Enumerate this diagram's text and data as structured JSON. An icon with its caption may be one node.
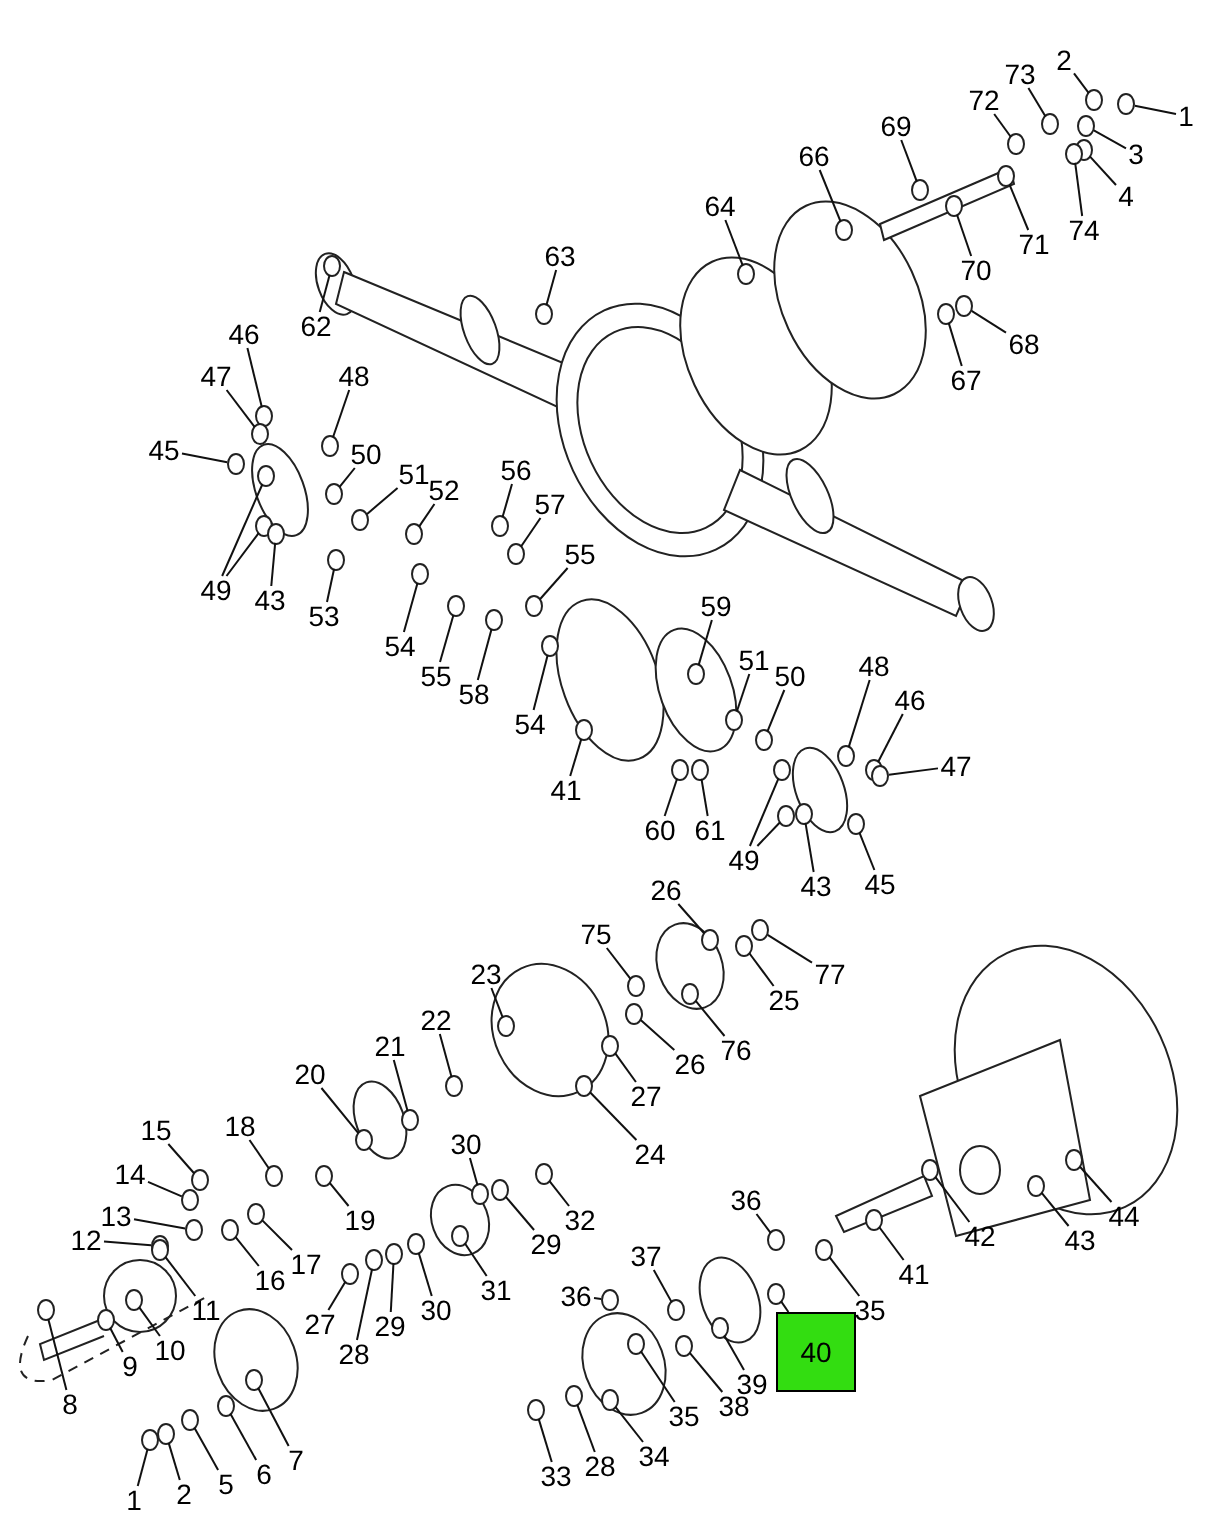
{
  "diagram": {
    "nodes": [
      {
        "text": [
          "2"
        ]
      },
      {
        "text": [
          "73"
        ]
      },
      {
        "text": [
          "72"
        ]
      },
      {
        "text": [
          "1"
        ]
      },
      {
        "text": [
          "69"
        ]
      },
      {
        "text": [
          "3"
        ]
      },
      {
        "text": [
          "66"
        ]
      },
      {
        "text": [
          "4"
        ]
      },
      {
        "text": [
          "64"
        ]
      },
      {
        "text": [
          "74"
        ]
      },
      {
        "text": [
          "71"
        ]
      },
      {
        "text": [
          "63"
        ]
      },
      {
        "text": [
          "70"
        ]
      },
      {
        "text": [
          "62"
        ]
      },
      {
        "text": [
          "46"
        ]
      },
      {
        "text": [
          "68"
        ]
      },
      {
        "text": [
          "47"
        ]
      },
      {
        "text": [
          "48"
        ]
      },
      {
        "text": [
          "67"
        ]
      },
      {
        "text": [
          "45"
        ]
      },
      {
        "text": [
          "50"
        ]
      },
      {
        "text": [
          "56"
        ]
      },
      {
        "text": [
          "51"
        ]
      },
      {
        "text": [
          "52"
        ]
      },
      {
        "text": [
          "57"
        ]
      },
      {
        "text": [
          "55"
        ]
      },
      {
        "text": [
          "49"
        ]
      },
      {
        "text": [
          "43"
        ]
      },
      {
        "text": [
          "59"
        ]
      },
      {
        "text": [
          "53"
        ]
      },
      {
        "text": [
          "54"
        ]
      },
      {
        "text": [
          "51"
        ]
      },
      {
        "text": [
          "48"
        ]
      },
      {
        "text": [
          "50"
        ]
      },
      {
        "text": [
          "55"
        ]
      },
      {
        "text": [
          "58"
        ]
      },
      {
        "text": [
          "46"
        ]
      },
      {
        "text": [
          "54"
        ]
      },
      {
        "text": [
          "47"
        ]
      },
      {
        "text": [
          "41"
        ]
      },
      {
        "text": [
          "60"
        ]
      },
      {
        "text": [
          "61"
        ]
      },
      {
        "text": [
          "49"
        ]
      },
      {
        "text": [
          "43"
        ]
      },
      {
        "text": [
          "45"
        ]
      },
      {
        "text": [
          "26"
        ]
      },
      {
        "text": [
          "75"
        ]
      },
      {
        "text": [
          "23"
        ]
      },
      {
        "text": [
          "77"
        ]
      },
      {
        "text": [
          "25"
        ]
      },
      {
        "text": [
          "22"
        ]
      },
      {
        "text": [
          "21"
        ]
      },
      {
        "text": [
          "76"
        ]
      },
      {
        "text": [
          "26"
        ]
      },
      {
        "text": [
          "20"
        ]
      },
      {
        "text": [
          "27"
        ]
      },
      {
        "text": [
          "18"
        ]
      },
      {
        "text": [
          "15"
        ]
      },
      {
        "text": [
          "30"
        ]
      },
      {
        "text": [
          "24"
        ]
      },
      {
        "text": [
          "14"
        ]
      },
      {
        "text": [
          "36"
        ]
      },
      {
        "text": [
          "13"
        ]
      },
      {
        "text": [
          "44"
        ]
      },
      {
        "text": [
          "19"
        ]
      },
      {
        "text": [
          "32"
        ]
      },
      {
        "text": [
          "42"
        ]
      },
      {
        "text": [
          "43"
        ]
      },
      {
        "text": [
          "12"
        ]
      },
      {
        "text": [
          "29"
        ]
      },
      {
        "text": [
          "37"
        ]
      },
      {
        "text": [
          "17"
        ]
      },
      {
        "text": [
          "41"
        ]
      },
      {
        "text": [
          "16"
        ]
      },
      {
        "text": [
          "31"
        ]
      },
      {
        "text": [
          "36"
        ]
      },
      {
        "text": [
          "11"
        ]
      },
      {
        "text": [
          "30"
        ]
      },
      {
        "text": [
          "35"
        ]
      },
      {
        "text": [
          "27"
        ]
      },
      {
        "text": [
          "29"
        ]
      },
      {
        "text": [
          "10"
        ]
      },
      {
        "text": [
          "28"
        ]
      },
      {
        "text": [
          "40"
        ]
      },
      {
        "text": [
          "9"
        ]
      },
      {
        "text": [
          "39"
        ]
      },
      {
        "text": [
          "38"
        ]
      },
      {
        "text": [
          "35"
        ]
      },
      {
        "text": [
          "8"
        ]
      },
      {
        "text": [
          "7"
        ]
      },
      {
        "text": [
          "34"
        ]
      },
      {
        "text": [
          "28"
        ]
      },
      {
        "text": [
          "6"
        ]
      },
      {
        "text": [
          "33"
        ]
      },
      {
        "text": [
          "5"
        ]
      },
      {
        "text": [
          "2"
        ]
      },
      {
        "text": [
          "1"
        ]
      },
      {
        "text": [],
        "shape": "circle"
      },
      {
        "text": [],
        "shape": "circle"
      },
      {
        "text": [],
        "shape": "circle"
      },
      {
        "text": [],
        "shape": "circle"
      },
      {
        "text": [],
        "shape": "circle"
      },
      {
        "text": [],
        "shape": "circle"
      },
      {
        "text": [],
        "shape": "circle"
      },
      {
        "text": [],
        "shape": "circle"
      },
      {
        "text": [],
        "shape": "circle"
      },
      {
        "text": [],
        "shape": "circle"
      },
      {
        "text": [],
        "shape": "circle"
      },
      {
        "text": [],
        "shape": "circle"
      },
      {
        "text": [],
        "shape": "circle"
      },
      {
        "text": [],
        "shape": "circle"
      },
      {
        "text": [],
        "shape": "circle"
      },
      {
        "text": [],
        "shape": "circle"
      },
      {
        "text": [],
        "shape": "circle"
      },
      {
        "text": [],
        "shape": "circle"
      },
      {
        "text": [],
        "shape": "circle"
      },
      {
        "text": [],
        "shape": "circle"
      },
      {
        "text": [],
        "shape": "circle"
      },
      {
        "text": [],
        "shape": "circle"
      },
      {
        "text": [],
        "shape": "circle"
      },
      {
        "text": [],
        "shape": "circle"
      },
      {
        "text": [],
        "shape": "circle"
      },
      {
        "text": [],
        "shape": "circle"
      },
      {
        "text": [],
        "shape": "circle"
      },
      {
        "text": [],
        "shape": "circle"
      },
      {
        "text": [],
        "shape": "circle"
      },
      {
        "text": [],
        "shape": "circle"
      },
      {
        "text": [],
        "shape": "circle"
      },
      {
        "text": [],
        "shape": "circle"
      },
      {
        "text": [],
        "shape": "circle"
      },
      {
        "text": [],
        "shape": "circle"
      },
      {
        "text": [],
        "shape": "circle"
      },
      {
        "text": [],
        "shape": "circle"
      },
      {
        "text": [],
        "shape": "circle"
      },
      {
        "text": [],
        "shape": "circle"
      },
      {
        "text": [],
        "shape": "circle"
      },
      {
        "text": [],
        "shape": "circle"
      },
      {
        "text": [],
        "shape": "circle"
      },
      {
        "text": [],
        "shape": "circle"
      },
      {
        "text": [],
        "shape": "circle"
      },
      {
        "text": [],
        "shape": "circle"
      },
      {
        "text": [],
        "shape": "circle"
      },
      {
        "text": [],
        "shape": "circle"
      },
      {
        "text": [],
        "shape": "circle"
      },
      {
        "text": [],
        "shape": "circle"
      },
      {
        "text": [],
        "shape": "circle"
      },
      {
        "text": [],
        "shape": "circle"
      },
      {
        "text": [],
        "shape": "circle"
      },
      {
        "text": [],
        "shape": "circle"
      },
      {
        "text": [],
        "shape": "circle"
      },
      {
        "text": [],
        "shape": "circle"
      },
      {
        "text": [],
        "shape": "circle"
      },
      {
        "text": [],
        "shape": "circle"
      },
      {
        "text": [],
        "shape": "circle"
      },
      {
        "text": [],
        "shape": "circle"
      },
      {
        "text": [],
        "shape": "circle"
      },
      {
        "text": [],
        "shape": "circle"
      },
      {
        "text": [],
        "shape": "circle"
      },
      {
        "text": [],
        "shape": "circle"
      },
      {
        "text": [],
        "shape": "circle"
      },
      {
        "text": [],
        "shape": "circle"
      },
      {
        "text": [],
        "shape": "circle"
      },
      {
        "text": [],
        "shape": "circle"
      },
      {
        "text": [],
        "shape": "circle"
      },
      {
        "text": [],
        "shape": "circle"
      },
      {
        "text": [],
        "shape": "circle"
      },
      {
        "text": [],
        "shape": "circle"
      },
      {
        "text": [],
        "shape": "circle"
      },
      {
        "text": [],
        "shape": "circle"
      },
      {
        "text": [],
        "shape": "circle"
      },
      {
        "text": [],
        "shape": "circle"
      },
      {
        "text": [],
        "shape": "circle"
      },
      {
        "text": [],
        "shape": "circle"
      },
      {
        "text": [],
        "shape": "circle"
      },
      {
        "text": [],
        "shape": "circle"
      },
      {
        "text": [],
        "shape": "circle"
      },
      {
        "text": [],
        "shape": "circle"
      },
      {
        "text": [],
        "shape": "circle"
      },
      {
        "text": [],
        "shape": "circle"
      },
      {
        "text": [],
        "shape": "circle"
      },
      {
        "text": [],
        "shape": "circle"
      },
      {
        "text": [],
        "shape": "circle"
      },
      {
        "text": [],
        "shape": "circle"
      },
      {
        "text": [],
        "shape": "circle"
      },
      {
        "text": [],
        "shape": "circle"
      },
      {
        "text": [],
        "shape": "circle"
      },
      {
        "text": [],
        "shape": "circle"
      },
      {
        "text": [],
        "shape": "circle"
      },
      {
        "text": [],
        "shape": "circle"
      },
      {
        "text": [],
        "shape": "circle"
      },
      {
        "text": [],
        "shape": "circle"
      },
      {
        "text": [],
        "shape": "circle"
      },
      {
        "text": [],
        "shape": "circle"
      },
      {
        "text": [],
        "shape": "circle"
      },
      {
        "text": [],
        "shape": "circle"
      },
      {
        "text": [],
        "shape": "circle"
      }
    ],
    "edges": [
      {
        "from": 0,
        "to": 97,
        "arrow": "none"
      },
      {
        "from": 1,
        "to": 98,
        "arrow": "none"
      },
      {
        "from": 2,
        "to": 99,
        "arrow": "none"
      },
      {
        "from": 3,
        "to": 100,
        "arrow": "none"
      },
      {
        "from": 4,
        "to": 101,
        "arrow": "none"
      },
      {
        "from": 5,
        "to": 102,
        "arrow": "none"
      },
      {
        "from": 6,
        "to": 103,
        "arrow": "none"
      },
      {
        "from": 7,
        "to": 104,
        "arrow": "none"
      },
      {
        "from": 8,
        "to": 105,
        "arrow": "none"
      },
      {
        "from": 9,
        "to": 106,
        "arrow": "none"
      },
      {
        "from": 10,
        "to": 107,
        "arrow": "none"
      },
      {
        "from": 11,
        "to": 108,
        "arrow": "none"
      },
      {
        "from": 12,
        "to": 109,
        "arrow": "none"
      },
      {
        "from": 13,
        "to": 110,
        "arrow": "none"
      },
      {
        "from": 14,
        "to": 111,
        "arrow": "none"
      },
      {
        "from": 15,
        "to": 112,
        "arrow": "none"
      },
      {
        "from": 16,
        "to": 113,
        "arrow": "none"
      },
      {
        "from": 17,
        "to": 114,
        "arrow": "none"
      },
      {
        "from": 18,
        "to": 115,
        "arrow": "none"
      },
      {
        "from": 19,
        "to": 116,
        "arrow": "none"
      },
      {
        "from": 20,
        "to": 117,
        "arrow": "none"
      },
      {
        "from": 21,
        "to": 118,
        "arrow": "none"
      },
      {
        "from": 22,
        "to": 119,
        "arrow": "none"
      },
      {
        "from": 23,
        "to": 120,
        "arrow": "none"
      },
      {
        "from": 24,
        "to": 121,
        "arrow": "none"
      },
      {
        "from": 25,
        "to": 122,
        "arrow": "none"
      },
      {
        "from": 26,
        "to": 123,
        "arrow": "none"
      },
      {
        "from": 26,
        "to": 124,
        "arrow": "none"
      },
      {
        "from": 27,
        "to": 125,
        "arrow": "none"
      },
      {
        "from": 28,
        "to": 126,
        "arrow": "none"
      },
      {
        "from": 29,
        "to": 127,
        "arrow": "none"
      },
      {
        "from": 30,
        "to": 128,
        "arrow": "none"
      },
      {
        "from": 31,
        "to": 129,
        "arrow": "none"
      },
      {
        "from": 32,
        "to": 130,
        "arrow": "none"
      },
      {
        "from": 33,
        "to": 131,
        "arrow": "none"
      },
      {
        "from": 34,
        "to": 132,
        "arrow": "none"
      },
      {
        "from": 35,
        "to": 133,
        "arrow": "none"
      },
      {
        "from": 36,
        "to": 134,
        "arrow": "none"
      },
      {
        "from": 37,
        "to": 135,
        "arrow": "none"
      },
      {
        "from": 38,
        "to": 136,
        "arrow": "none"
      },
      {
        "from": 39,
        "to": 137,
        "arrow": "none"
      },
      {
        "from": 40,
        "to": 138,
        "arrow": "none"
      },
      {
        "from": 41,
        "to": 139,
        "arrow": "none"
      },
      {
        "from": 42,
        "to": 140,
        "arrow": "none"
      },
      {
        "from": 42,
        "to": 141,
        "arrow": "none"
      },
      {
        "from": 43,
        "to": 142,
        "arrow": "none"
      },
      {
        "from": 44,
        "to": 143,
        "arrow": "none"
      },
      {
        "from": 45,
        "to": 144,
        "arrow": "none"
      },
      {
        "from": 46,
        "to": 145,
        "arrow": "none"
      },
      {
        "from": 47,
        "to": 146,
        "arrow": "none"
      },
      {
        "from": 48,
        "to": 147,
        "arrow": "none"
      },
      {
        "from": 49,
        "to": 148,
        "arrow": "none"
      },
      {
        "from": 50,
        "to": 149,
        "arrow": "none"
      },
      {
        "from": 51,
        "to": 150,
        "arrow": "none"
      },
      {
        "from": 52,
        "to": 151,
        "arrow": "none"
      },
      {
        "from": 53,
        "to": 152,
        "arrow": "none"
      },
      {
        "from": 54,
        "to": 153,
        "arrow": "none"
      },
      {
        "from": 55,
        "to": 154,
        "arrow": "none"
      },
      {
        "from": 56,
        "to": 155,
        "arrow": "none"
      },
      {
        "from": 57,
        "to": 156,
        "arrow": "none"
      },
      {
        "from": 58,
        "to": 157,
        "arrow": "none"
      },
      {
        "from": 59,
        "to": 158,
        "arrow": "none"
      },
      {
        "from": 60,
        "to": 159,
        "arrow": "none"
      },
      {
        "from": 61,
        "to": 160,
        "arrow": "none"
      },
      {
        "from": 62,
        "to": 161,
        "arrow": "none"
      },
      {
        "from": 63,
        "to": 162,
        "arrow": "none"
      },
      {
        "from": 64,
        "to": 163,
        "arrow": "none"
      },
      {
        "from": 65,
        "to": 164,
        "arrow": "none"
      },
      {
        "from": 66,
        "to": 165,
        "arrow": "none"
      },
      {
        "from": 67,
        "to": 166,
        "arrow": "none"
      },
      {
        "from": 68,
        "to": 167,
        "arrow": "none"
      },
      {
        "from": 69,
        "to": 168,
        "arrow": "none"
      },
      {
        "from": 70,
        "to": 169,
        "arrow": "none"
      },
      {
        "from": 71,
        "to": 170,
        "arrow": "none"
      },
      {
        "from": 72,
        "to": 171,
        "arrow": "none"
      },
      {
        "from": 73,
        "to": 172,
        "arrow": "none"
      },
      {
        "from": 74,
        "to": 173,
        "arrow": "none"
      },
      {
        "from": 75,
        "to": 174,
        "arrow": "none"
      },
      {
        "from": 76,
        "to": 175,
        "arrow": "none"
      },
      {
        "from": 77,
        "to": 176,
        "arrow": "none"
      },
      {
        "from": 78,
        "to": 177,
        "arrow": "none"
      },
      {
        "from": 79,
        "to": 178,
        "arrow": "none"
      },
      {
        "from": 80,
        "to": 179,
        "arrow": "none"
      },
      {
        "from": 81,
        "to": 180,
        "arrow": "none"
      },
      {
        "from": 82,
        "to": 181,
        "arrow": "none"
      },
      {
        "from": 83,
        "to": 182,
        "arrow": "none"
      },
      {
        "from": 84,
        "to": 183,
        "arrow": "none"
      },
      {
        "from": 85,
        "to": 184,
        "arrow": "none"
      },
      {
        "from": 86,
        "to": 185,
        "arrow": "none"
      },
      {
        "from": 87,
        "to": 186,
        "arrow": "none"
      },
      {
        "from": 88,
        "to": 187,
        "arrow": "none"
      },
      {
        "from": 89,
        "to": 188,
        "arrow": "none"
      },
      {
        "from": 90,
        "to": 189,
        "arrow": "none"
      },
      {
        "from": 91,
        "to": 190,
        "arrow": "none"
      },
      {
        "from": 92,
        "to": 191,
        "arrow": "none"
      },
      {
        "from": 93,
        "to": 192,
        "arrow": "none"
      },
      {
        "from": 94,
        "to": 193,
        "arrow": "none"
      },
      {
        "from": 95,
        "to": 194,
        "arrow": "none"
      },
      {
        "from": 96,
        "to": 195,
        "arrow": "none"
      }
    ]
  }
}
